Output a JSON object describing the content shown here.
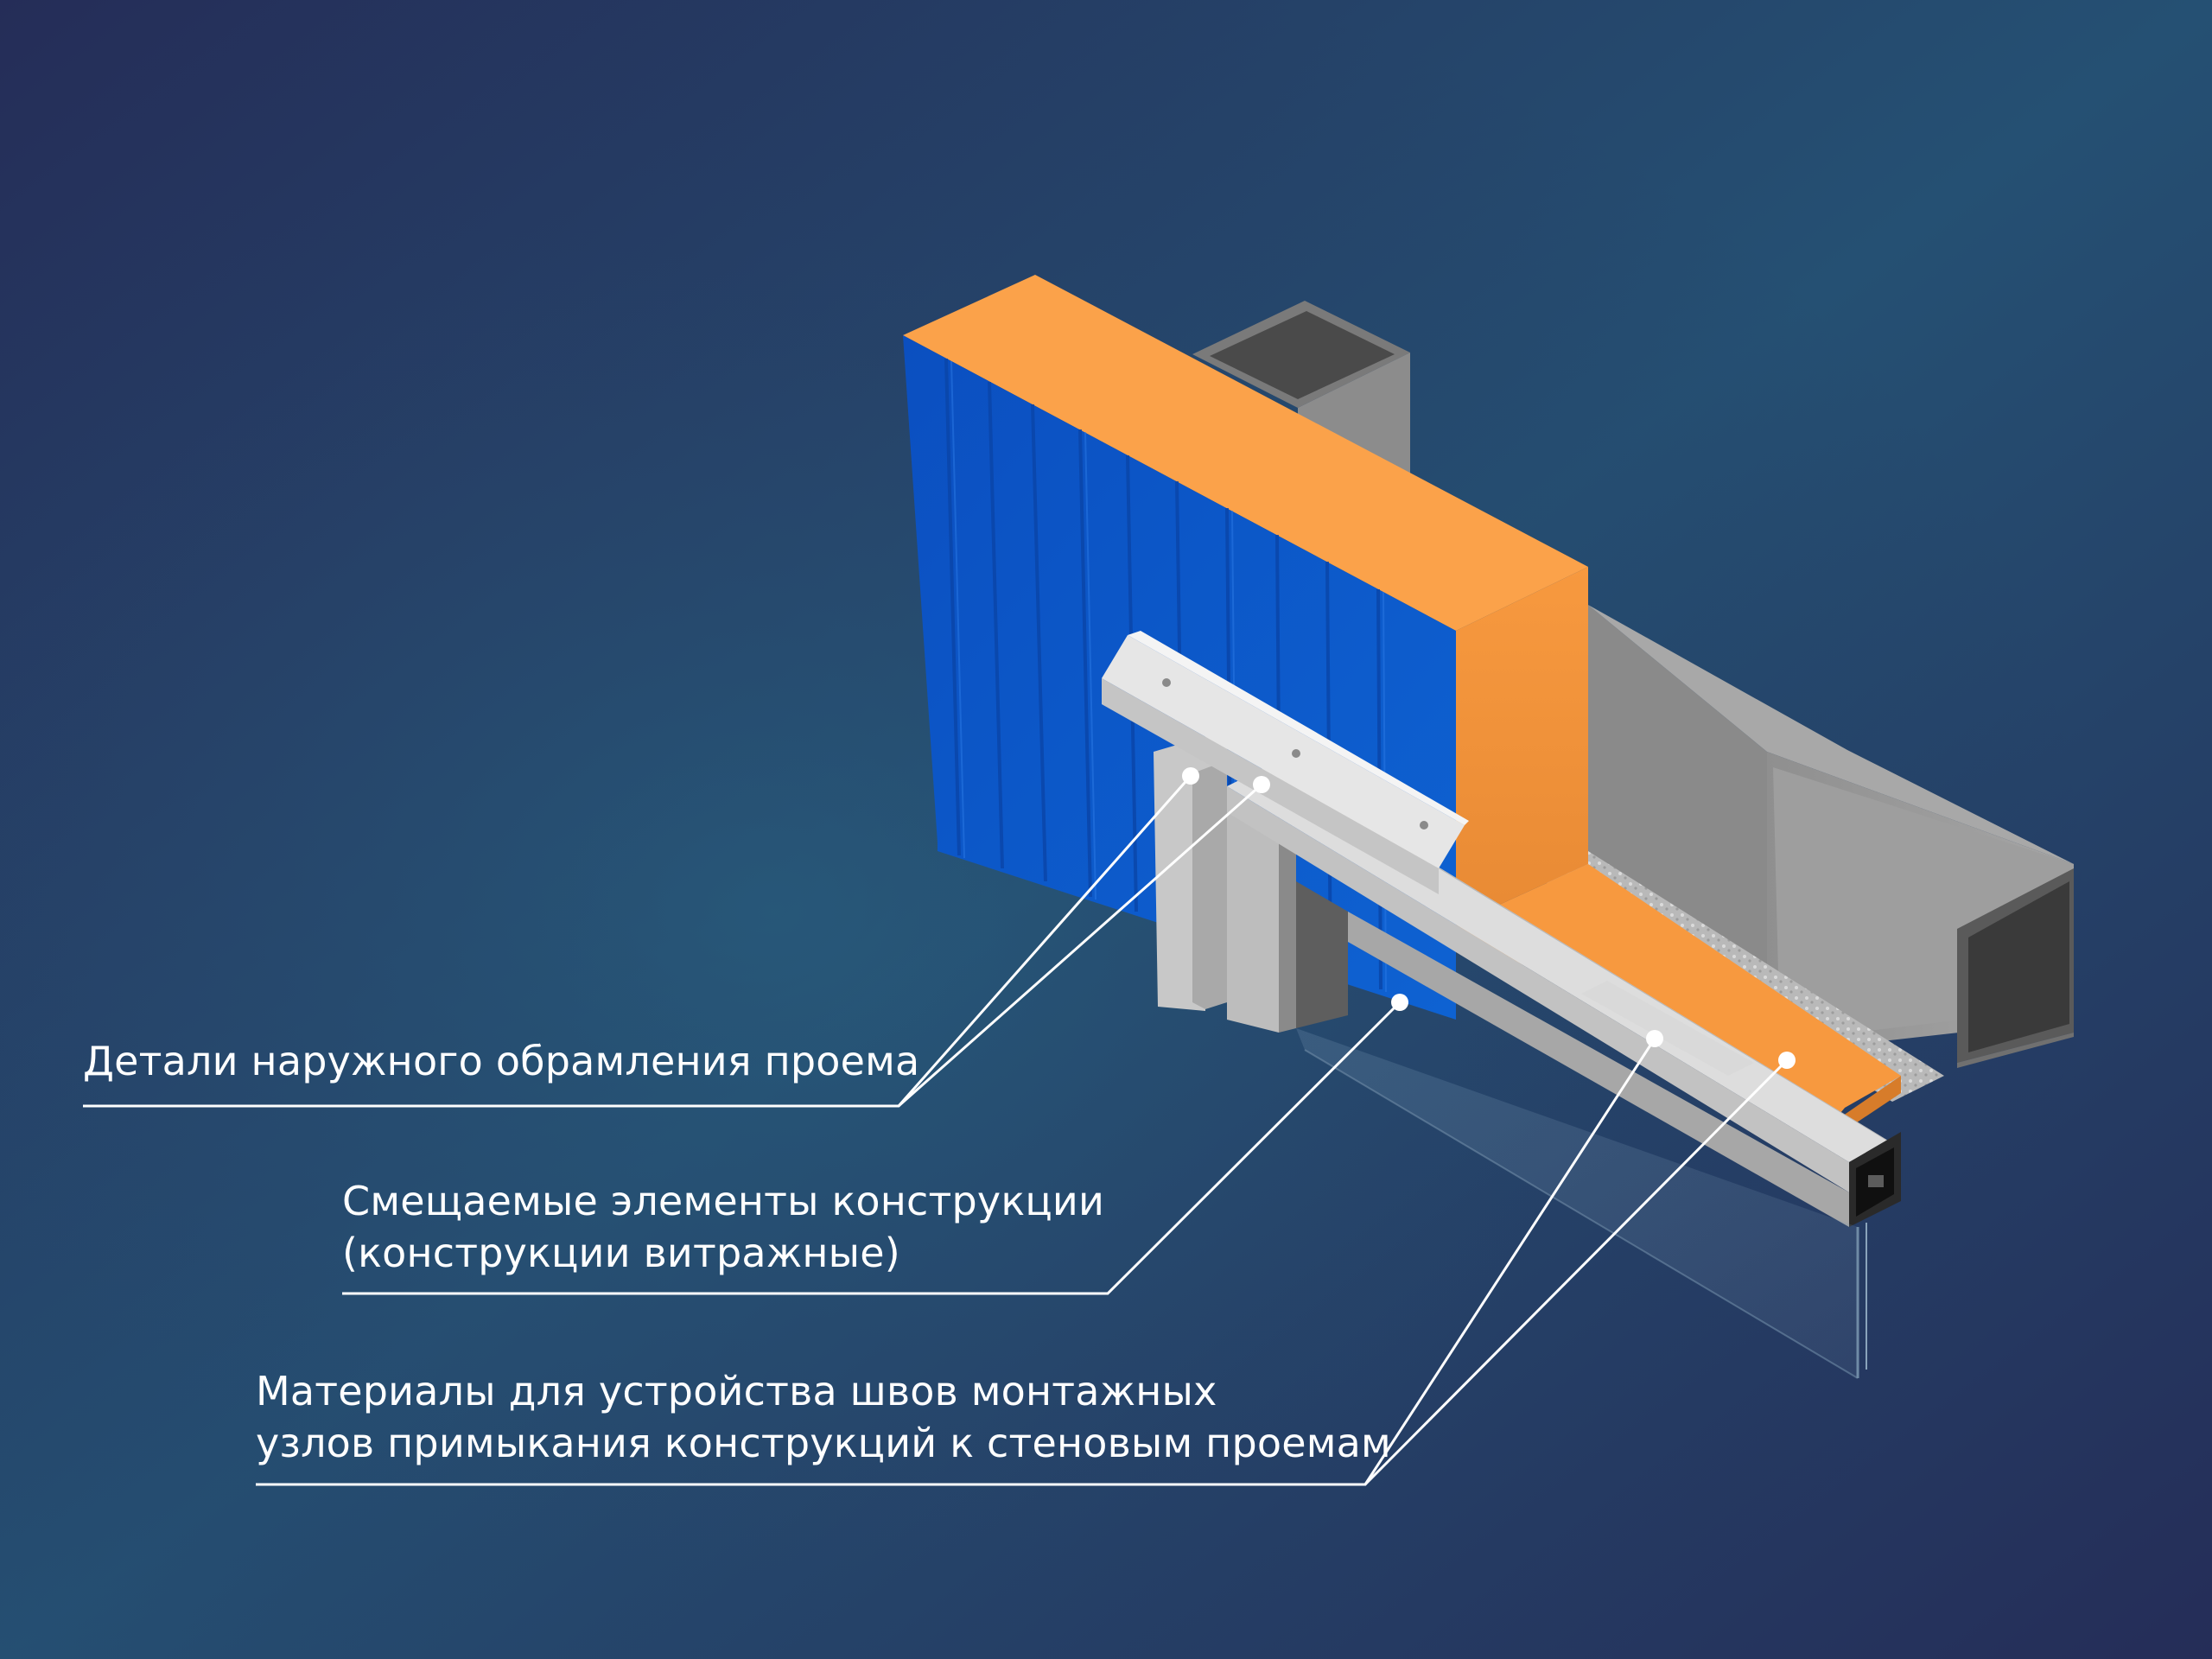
{
  "colors": {
    "background_dark": "#252D58",
    "background_mid": "#255073",
    "panel_blue": "#0E5BC8",
    "insulation_orange": "#FBA24A",
    "steel_grey": "#9A9A9A",
    "leader_line": "#FFFFFF"
  },
  "labels": {
    "outer_framing": {
      "line1": "Детали наружного обрамления проема"
    },
    "movable_elements": {
      "line1": "Смещаемые элементы конструкции",
      "line2": "(конструкции витражные)"
    },
    "joint_materials": {
      "line1": "Материалы для устройства швов монтажных",
      "line2": "узлов примыкания конструкций к стеновым проемам"
    }
  }
}
